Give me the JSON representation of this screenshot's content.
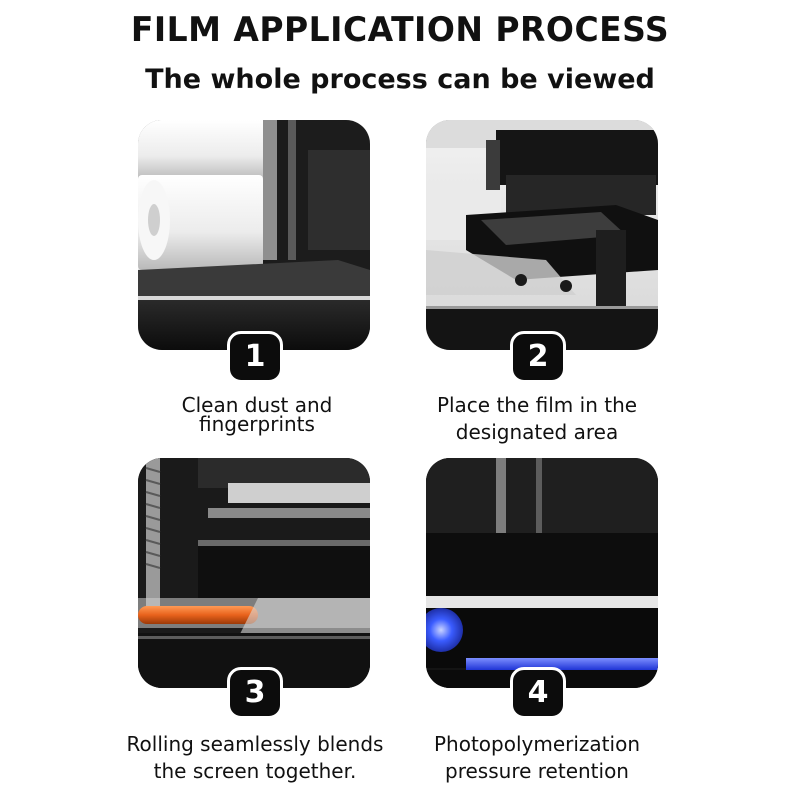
{
  "header": {
    "title": "FILM APPLICATION PROCESS",
    "subtitle": "The whole process can be viewed"
  },
  "steps": [
    {
      "number": "1",
      "caption_lines": [
        "Clean dust and",
        "fingerprints"
      ],
      "image_icon": "printer-roller-photo"
    },
    {
      "number": "2",
      "caption_lines": [
        "Place the film in the",
        "designated area"
      ],
      "image_icon": "film-tray-photo"
    },
    {
      "number": "3",
      "caption_lines": [
        "Rolling seamlessly blends",
        "the screen together."
      ],
      "image_icon": "roller-press-photo"
    },
    {
      "number": "4",
      "caption_lines": [
        "Photopolymerization",
        "pressure retention"
      ],
      "image_icon": "uv-press-photo"
    }
  ],
  "colors": {
    "text": "#111111",
    "badge": "#0c0c0c",
    "accent_orange": "#e8621c",
    "accent_blue": "#2f52ff"
  }
}
